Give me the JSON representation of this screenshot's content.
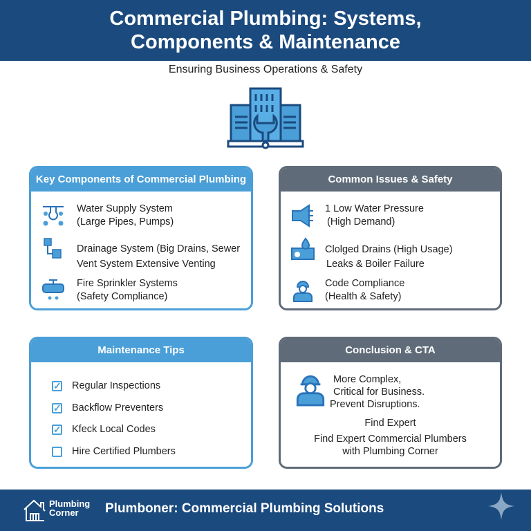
{
  "header": {
    "title_line1": "Commercial Plumbing: Systems,",
    "title_line2": "Components & Maintenance",
    "subtitle": "Ensuring Business Operations & Safety"
  },
  "colors": {
    "navy": "#1b4a7e",
    "blue": "#4a9fd8",
    "gray": "#5f6b78"
  },
  "components": {
    "title": "Key Components of Commercial Plumbing",
    "items": [
      {
        "icon": "water-supply-icon",
        "line1": "Water Supply System",
        "line2": "(Large Pipes, Pumps)"
      },
      {
        "icon": "drainage-icon",
        "line1": "Drainage System (Big Drains, Sewer",
        "line2": ""
      },
      {
        "icon": "",
        "line1": "Vent System Extensive Venting",
        "line2": ""
      },
      {
        "icon": "sprinkler-pipe-icon",
        "line1": "Fire Sprinkler Systems",
        "line2": "(Safety Compliance)"
      }
    ]
  },
  "issues": {
    "title": "Common Issues & Safety",
    "items": [
      {
        "icon": "pressure-icon",
        "line1": "1 Low Water Pressure",
        "line2": "(High Demand)"
      },
      {
        "icon": "boiler-icon",
        "line1": "Clolged Drains (High Usage)",
        "line2": ""
      },
      {
        "icon": "",
        "line1": "Leaks & Boiler Failure",
        "line2": ""
      },
      {
        "icon": "worker-icon",
        "line1": "Code Compliance",
        "line2": "(Health & Safety)"
      }
    ]
  },
  "tips": {
    "title": "Maintenance Tips",
    "items": [
      {
        "label": "Regular Inspections",
        "checked": true
      },
      {
        "label": "Backflow Preventers",
        "checked": true
      },
      {
        "label": "Kfeck Local Codes",
        "checked": true
      },
      {
        "label": "Hire Certified Plumbers",
        "checked": false
      }
    ]
  },
  "conclusion": {
    "title": "Conclusion & CTA",
    "line1": "More Complex,",
    "line2": "Critical for Business.",
    "line3": "Prevent Disruptions.",
    "cta_heading": "Find Expert",
    "cta_line1": "Find Expert Commercial Plumbers",
    "cta_line2": "with Plumbing Corner"
  },
  "footer": {
    "logo_line1": "Plumbing",
    "logo_line2": "Corner",
    "text": "Plumboner: Commercial Plumbing Solutions"
  }
}
